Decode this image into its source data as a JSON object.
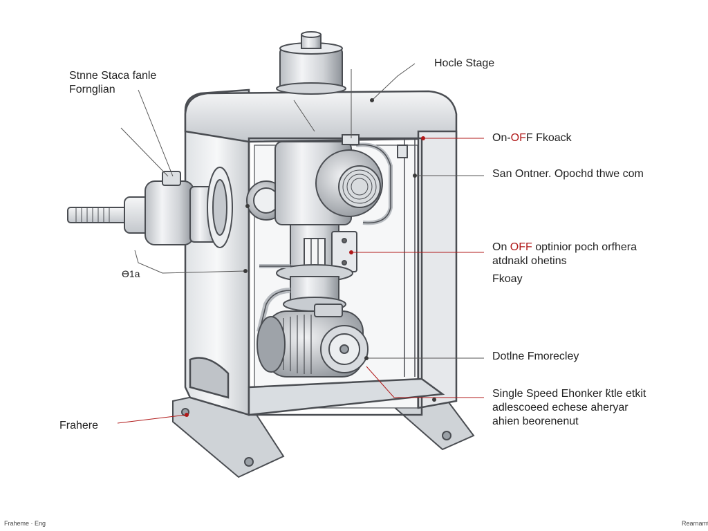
{
  "labels": {
    "top_left_line1": "Stnne Staca fanle",
    "top_left_line2": "Fornglian",
    "top_right": "Hocle Stage",
    "onoff1_prefix": "On-",
    "onoff1_red": "OF",
    "onoff1_suffix": "F Fkoack",
    "san_ontner": "San Ontner. Opochd thwe com",
    "onoff2_prefix": "On ",
    "onoff2_red": "OFF",
    "onoff2_suffix": " optinior poch orfhera",
    "onoff2_line2": "atdnakl ohetins",
    "onoff2_line3": "Fkoay",
    "left_small": "Ɵ1a",
    "dotline": "Dotlne Fmorecley",
    "single_line1": "Single Speed Ehonker k̈tle etkit",
    "single_line2": "adlescoeed echese aheryar",
    "single_line3": "ahien beorenenut",
    "frahere": "Frahere",
    "footer_left": "Fraheme · Eng",
    "footer_right": "Rearnamt"
  },
  "colors": {
    "accent_red": "#b01818",
    "steel_light": "#eef0f2",
    "steel_mid": "#c9ccd0",
    "steel_dark": "#7d8288",
    "outline": "#4a4d52"
  }
}
